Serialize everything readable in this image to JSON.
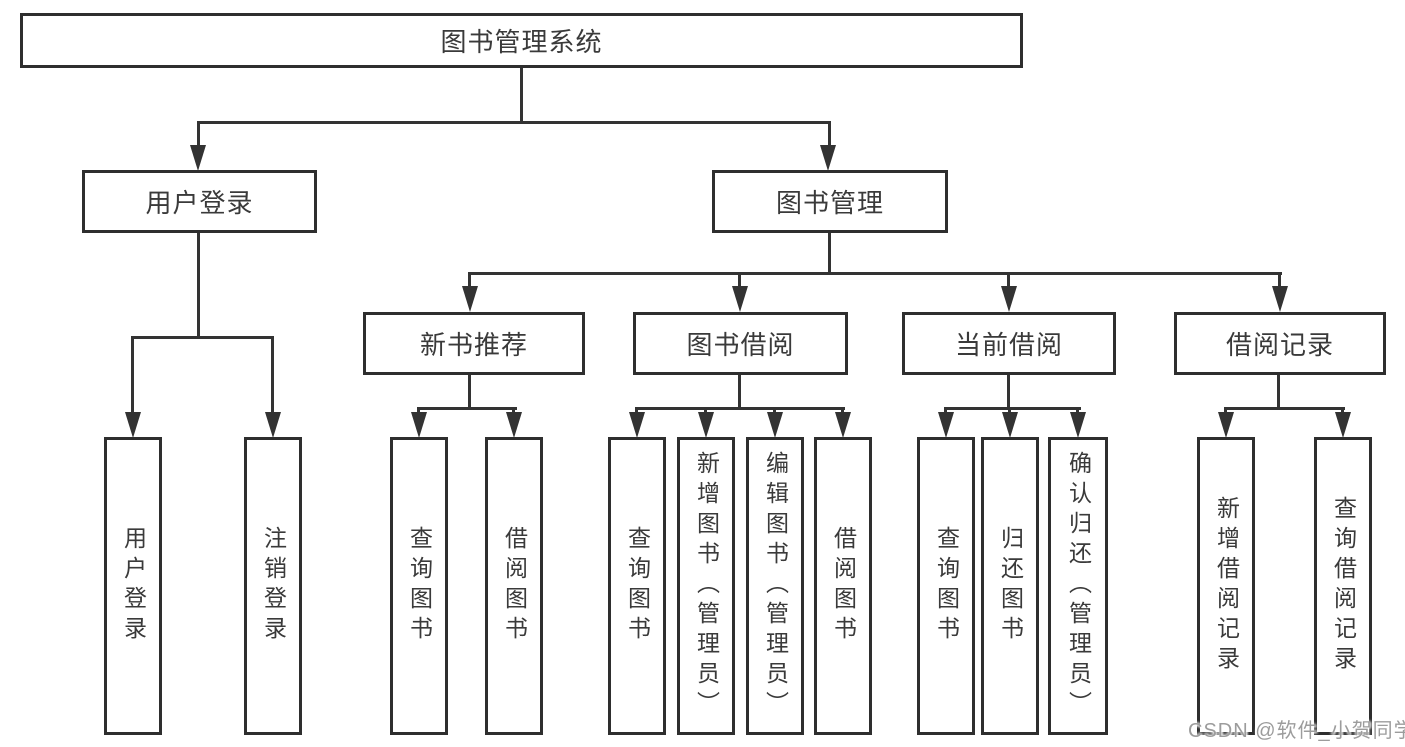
{
  "diagram": {
    "title": "图书管理系统",
    "branches": [
      {
        "label": "用户登录",
        "children": [
          {
            "label": "用户登录"
          },
          {
            "label": "注销登录"
          }
        ]
      },
      {
        "label": "图书管理",
        "children": [
          {
            "label": "新书推荐",
            "children": [
              {
                "label": "查询图书"
              },
              {
                "label": "借阅图书"
              }
            ]
          },
          {
            "label": "图书借阅",
            "children": [
              {
                "label": "查询图书"
              },
              {
                "label": "新增图书（管理员）"
              },
              {
                "label": "编辑图书（管理员）"
              },
              {
                "label": "借阅图书"
              }
            ]
          },
          {
            "label": "当前借阅",
            "children": [
              {
                "label": "查询图书"
              },
              {
                "label": "归还图书"
              },
              {
                "label": "确认归还（管理员）"
              }
            ]
          },
          {
            "label": "借阅记录",
            "children": [
              {
                "label": "新增借阅记录"
              },
              {
                "label": "查询借阅记录"
              }
            ]
          }
        ]
      }
    ]
  },
  "watermark": {
    "text": "CSDN @软件_小贺同学"
  },
  "colors": {
    "line": "#333333",
    "box_border": "#2e2e2e",
    "text": "#3a3a3a",
    "watermark": "#9c9c9c",
    "background": "#ffffff"
  }
}
